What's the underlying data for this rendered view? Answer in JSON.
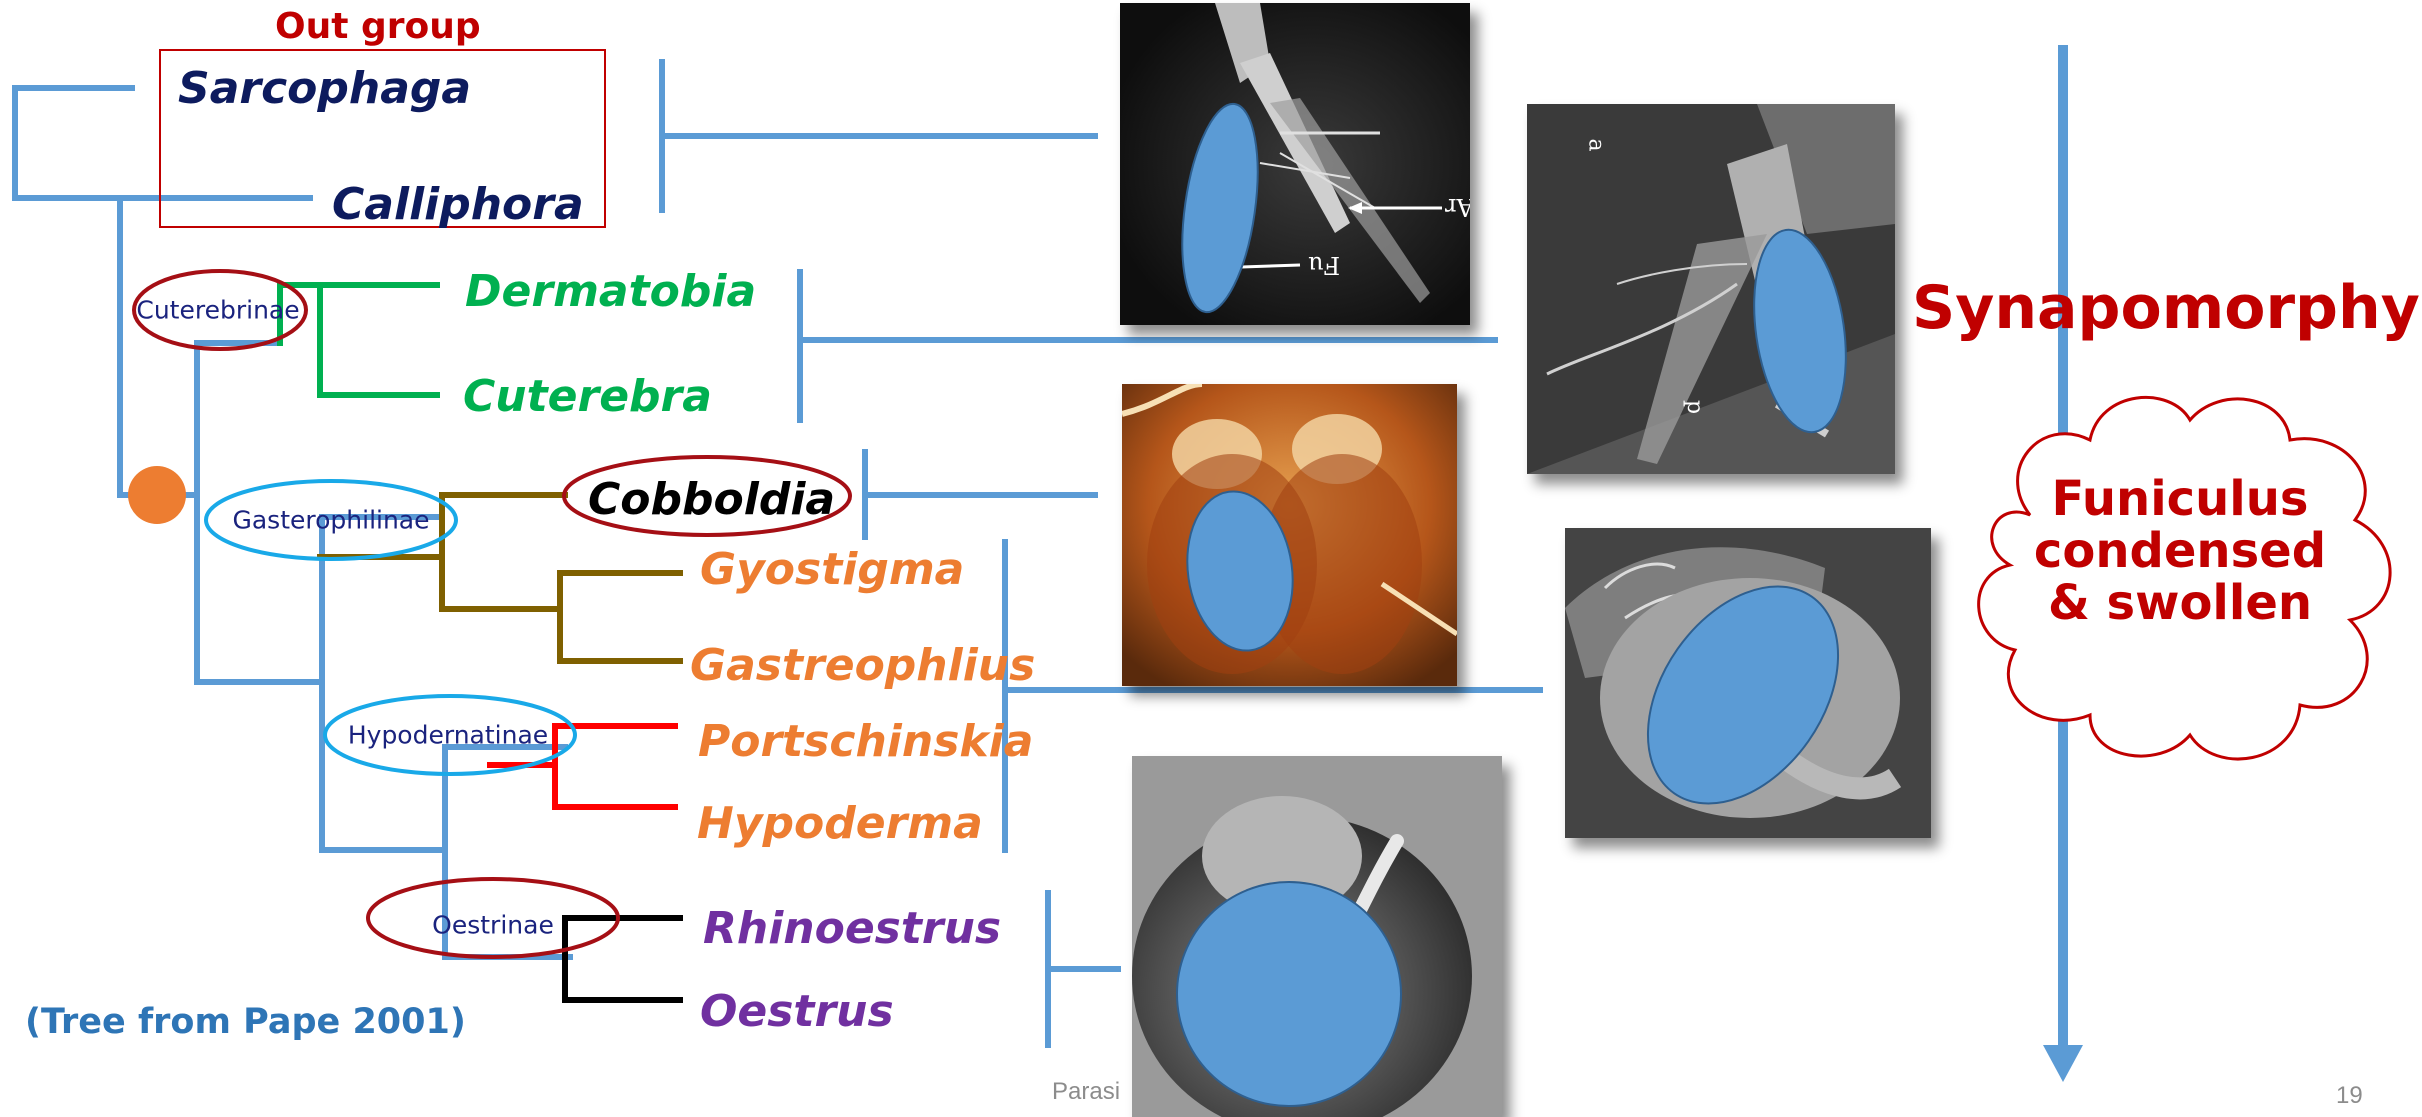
{
  "outgroup": {
    "heading": "Out group",
    "taxa": [
      "Sarcophaga",
      "Calliphora"
    ]
  },
  "subfamilies": {
    "cuterebrinae": "Cuterebrinae",
    "gasterophilinae": "Gasterophilinae",
    "hypodermatinae": "Hypodernatinae",
    "oestrinae": "Oestrinae"
  },
  "taxa": {
    "dermatobia": "Dermatobia",
    "cuterebra": "Cuterebra",
    "cobboldia": "Cobboldia",
    "gyostigma": "Gyostigma",
    "gastreophlius": "Gastreophlius",
    "portschinskia": "Portschinskia",
    "hypoderma": "Hypoderma",
    "rhinoestrus": "Rhinoestrus",
    "oestrus": "Oestrus"
  },
  "citation": "(Tree from Pape 2001)",
  "synapomorphy": {
    "title": "Synapomorphy",
    "cloud_lines": [
      "Funiculus",
      "condensed",
      "& swollen"
    ]
  },
  "photo_labels": {
    "photo1": [
      "Ar",
      "Fu"
    ],
    "photo2": [
      "a",
      "p"
    ]
  },
  "footer": {
    "partial_text": "Parasi",
    "slide_number": "19"
  },
  "colors": {
    "tree_blue": "#5b9bd5",
    "oval_blue": "#5b9bd5",
    "dark_red": "#c00000",
    "navy": "#0d1b5e",
    "green": "#00b050",
    "orange": "#ed7d31",
    "purple": "#7030a0",
    "brown": "#7f6000",
    "red": "#ff0000",
    "cyan": "#19a9e8",
    "citation_blue": "#2e75b6"
  }
}
